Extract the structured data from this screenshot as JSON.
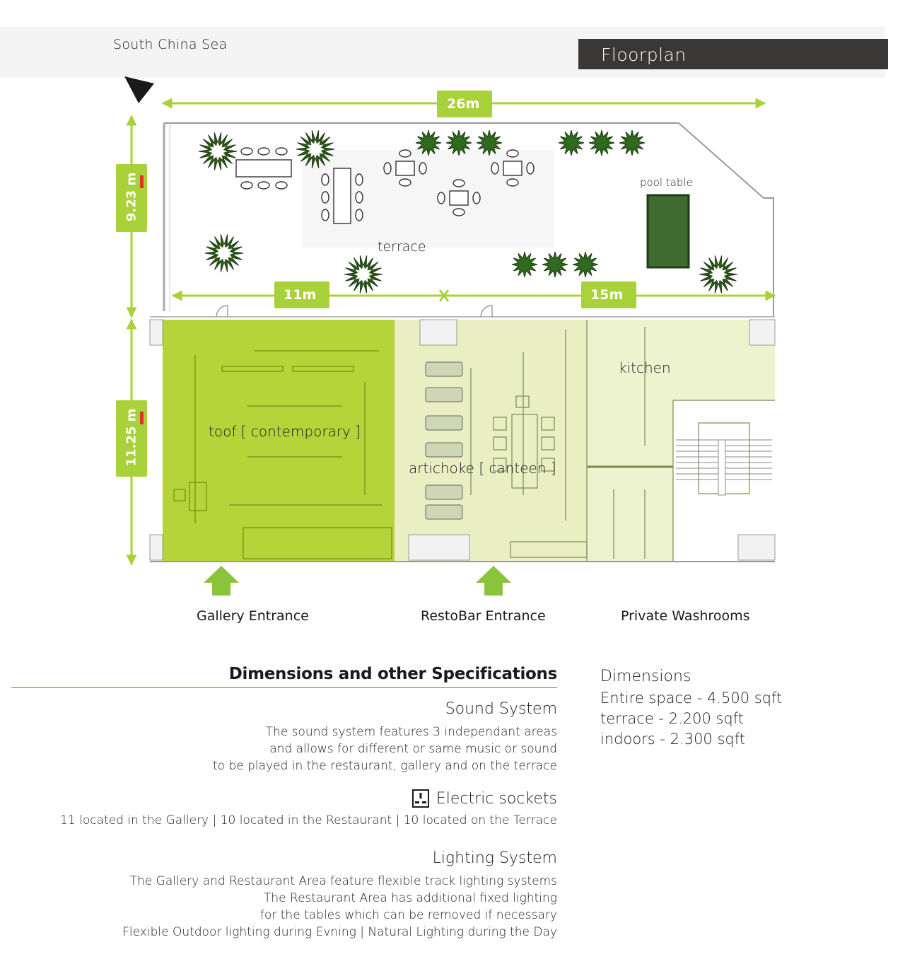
{
  "header": {
    "location": "South China Sea",
    "title": "Floorplan"
  },
  "dimensions_labels": {
    "total_width": "26m",
    "terrace_depth": "9.23 m",
    "indoor_depth": "11.25 m",
    "left_width": "11m",
    "right_width": "15m"
  },
  "areas": {
    "terrace": "terrace",
    "pool_table": "pool table",
    "kitchen": "kitchen",
    "gallery": "toof [ contemporary ]",
    "restaurant": "artichoke [ canteen ]"
  },
  "entrances": {
    "gallery": "Gallery Entrance",
    "restobar": "RestoBar Entrance",
    "washrooms": "Private Washrooms"
  },
  "specs": {
    "heading": "Dimensions and other Specifications",
    "sound": {
      "title": "Sound System",
      "lines": [
        "The sound system features 3 independant areas",
        "and allows for different or same music or sound",
        "to be played in the restaurant, gallery and on the terrace"
      ]
    },
    "sockets": {
      "title": "Electric sockets",
      "line": "11 located in the Gallery | 10 located in the Restaurant | 10 located on the Terrace"
    },
    "lighting": {
      "title": "Lighting System",
      "lines": [
        "The Gallery and Restaurant Area feature flexible track lighting systems",
        "The Restaurant Area has additional fixed lighting",
        "for the tables which can be removed if necessary",
        "Flexible Outdoor lighting during Evning | Natural Lighting during the Day"
      ]
    }
  },
  "dimensions": {
    "title": "Dimensions",
    "lines": [
      "Entire space - 4.500 sqft",
      "terrace - 2.200 sqft",
      "indoors - 2.300 sqft"
    ]
  },
  "colors": {
    "lime": "#a8d13a",
    "dim_box": "#9fd34a",
    "gallery_fill": "#b4d43a",
    "restaurant_fill": "#e8efc0",
    "pool_table": "#3f6b2e",
    "plant": "#2f6a1e"
  },
  "icons": [
    "north-arrow-icon",
    "entrance-arrow-icon",
    "electric-socket-icon",
    "plant-icon"
  ]
}
